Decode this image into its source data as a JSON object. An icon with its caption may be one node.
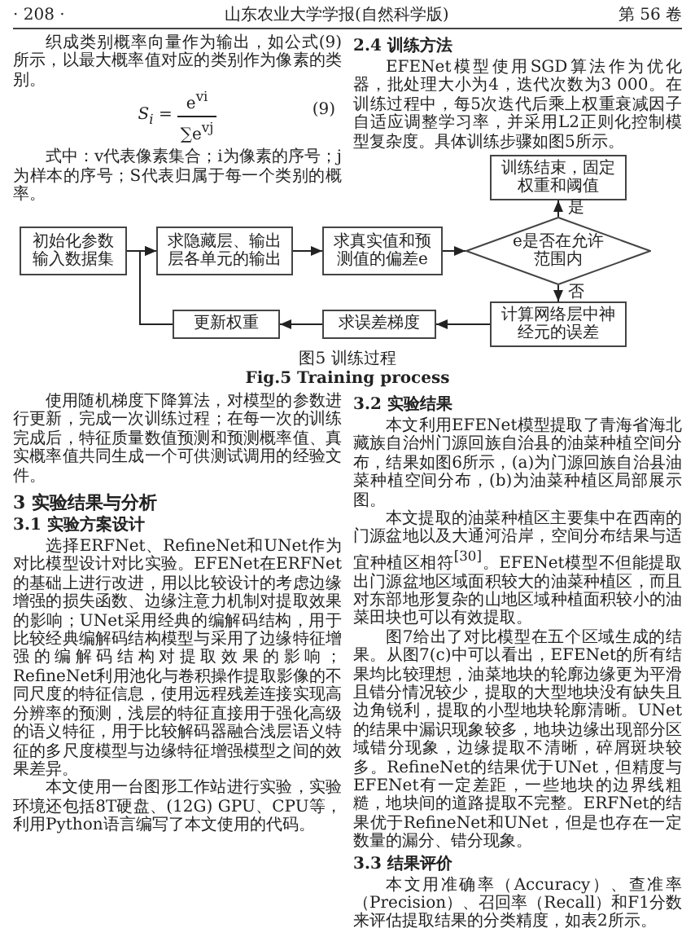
{
  "diagram": {
    "caption": "图5 训练过程",
    "nodes": [
      {
        "text": [
          "初始化参数输入数据集"
        ]
      },
      {
        "text": [
          "求隐藏层、输出层各单元的输出"
        ]
      },
      {
        "text": [
          "求真实值和预测值的偏差e"
        ]
      },
      {
        "text": [
          "e是否在允许范围内"
        ]
      },
      {
        "text": [
          "训练结束，固定权重和阈值"
        ]
      },
      {
        "text": [
          "计算网络层中神经元的误差"
        ]
      },
      {
        "text": [
          "求误差梯度"
        ]
      },
      {
        "text": [
          "更新权重"
        ]
      }
    ],
    "edges": [
      {
        "from": 0,
        "to": 1,
        "arrow": "to"
      },
      {
        "from": 1,
        "to": 2,
        "arrow": "to"
      },
      {
        "from": 2,
        "to": 3,
        "arrow": "to"
      },
      {
        "from": 3,
        "to": 4,
        "arrow": "to",
        "label": "是"
      },
      {
        "from": 3,
        "to": 5,
        "arrow": "to",
        "label": "否"
      },
      {
        "from": 5,
        "to": 6,
        "arrow": "to"
      },
      {
        "from": 6,
        "to": 7,
        "arrow": "to"
      },
      {
        "from": 7,
        "to": 1,
        "arrow": "to"
      }
    ],
    "labels": [
      "· 208 ·",
      "山东农业大学学报(自然科学版)",
      "第 56 卷",
      "织成类别概率向量作为输出，如公式(9)所示，以最大概率值对应的类别作为像素的类别。",
      "S$_{i}$ =",
      "e$^{vi}$",
      "∑e$^{vj}$",
      "(9)",
      "式中：v代表像素集合；i为像素的序号；j为样本的序号；S代表归属于每一个类别的概率。",
      "2.4 训练方法",
      "EFENet模型使用SGD算法作为优化器，批处理大小为4，迭代次数为3 000。在训练过程中，每5次迭代后乘上权重衰减因子自适应调整学习率，并采用L2正则化控制模型复杂度。具体训练步骤如图5所示。",
      "Fig.5 Training process",
      "使用随机梯度下降算法，对模型的参数进行更新，完成一次训练过程；在每一次的训练完成后，特征质量数值预测和预测概率值、真实概率值共同生成一个可供测试调用的经验文件。",
      "3 实验结果与分析",
      "3.1 实验方案设计",
      "选择ERFNet、RefineNet和UNet作为对比模型设计对比实验。EFENet在ERFNet的基础上进行改进，用以比较设计的考虑边缘增强的损失函数、边缘注意力机制对提取效果的影响；UNet采用经典的编解码结构，用于比较经典编解码结构模型与采用了边缘特征增强的编解码结构对提取效果的影响；RefineNet利用池化与卷积操作提取影像的不同尺度的特征信息，使用远程残差连接实现高分辨率的预测，浅层的特征直接用于强化高级的语义特征，用于比较解码器融合浅层语义特征的多尺度模型与边缘特征增强模型之间的效果差异。",
      "本文使用一台图形工作站进行实验，实验环境还包括8T硬盘、(12G) GPU、CPU等，利用Python语言编写了本文使用的代码。",
      "3.2 实验结果",
      "本文利用EFENet模型提取了青海省海北藏族自治州门源回族自治县的油菜种植空间分布，结果如图6所示，(a)为门源回族自治县油菜种植空间分布，(b)为油菜种植区局部展示图。",
      "本文提取的油菜种植区主要集中在西南的门源盆地以及大通河沿岸，空间分布结果与适宜种植区相符$^{[30]}$。EFENet模型不但能提取出门源盆地区域面积较大的油菜种植区，而且对东部地形复杂的山地区域种植面积较小的油菜田块也可以有效提取。",
      "图7给出了对比模型在五个区域生成的结果。从图7(c)中可以看出，EFENet的所有结果均比较理想，油菜地块的轮廓边缘更为平滑且错分情况较少，提取的大型地块没有缺失且边角锐利，提取的小型地块轮廓清晰。UNet的结果中漏识现象较多，地块边缘出现部分区域错分现象，边缘提取不清晰，碎屑斑块较多。RefineNet的结果优于UNet，但精度与EFENet有一定差距，一些地块的边界线粗糙，地块间的道路提取不完整。ERFNet的结果优于RefineNet和UNet，但是也存在一定数量的漏分、错分现象。",
      "3.3 结果评价",
      "本文用准确率（Accuracy）、查准率（Precision）、召回率（Recall）和F1分数来评估提取结果的分类精度，如表2所示。"
    ]
  }
}
